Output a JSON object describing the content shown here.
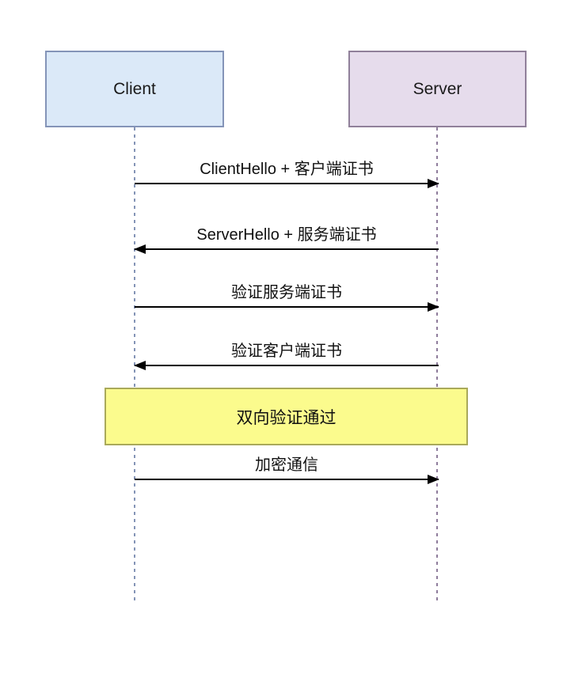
{
  "diagram": {
    "type": "sequence-diagram",
    "actors": [
      {
        "name": "Client",
        "fill": "#dbe9f8",
        "border": "#8494b8",
        "lifeline_color": "#8494b6"
      },
      {
        "name": "Server",
        "fill": "#e6dcec",
        "border": "#90809a",
        "lifeline_color": "#8f7d9c"
      }
    ],
    "events": [
      {
        "type": "message",
        "label": "ClientHello + 客户端证书",
        "from": "Client",
        "to": "Server",
        "direction": "right"
      },
      {
        "type": "message",
        "label": "ServerHello + 服务端证书",
        "from": "Server",
        "to": "Client",
        "direction": "left"
      },
      {
        "type": "message",
        "label": "验证服务端证书",
        "from": "Client",
        "to": "Server",
        "direction": "right"
      },
      {
        "type": "message",
        "label": "验证客户端证书",
        "from": "Server",
        "to": "Client",
        "direction": "left"
      },
      {
        "type": "note",
        "label": "双向验证通过",
        "fill": "#fbfb8d",
        "border": "#a9a95a"
      },
      {
        "type": "message",
        "label": "加密通信",
        "from": "Client",
        "to": "Server",
        "direction": "right"
      }
    ],
    "colors": {
      "arrow": "#000000",
      "text": "#111111",
      "background": "#ffffff"
    }
  }
}
